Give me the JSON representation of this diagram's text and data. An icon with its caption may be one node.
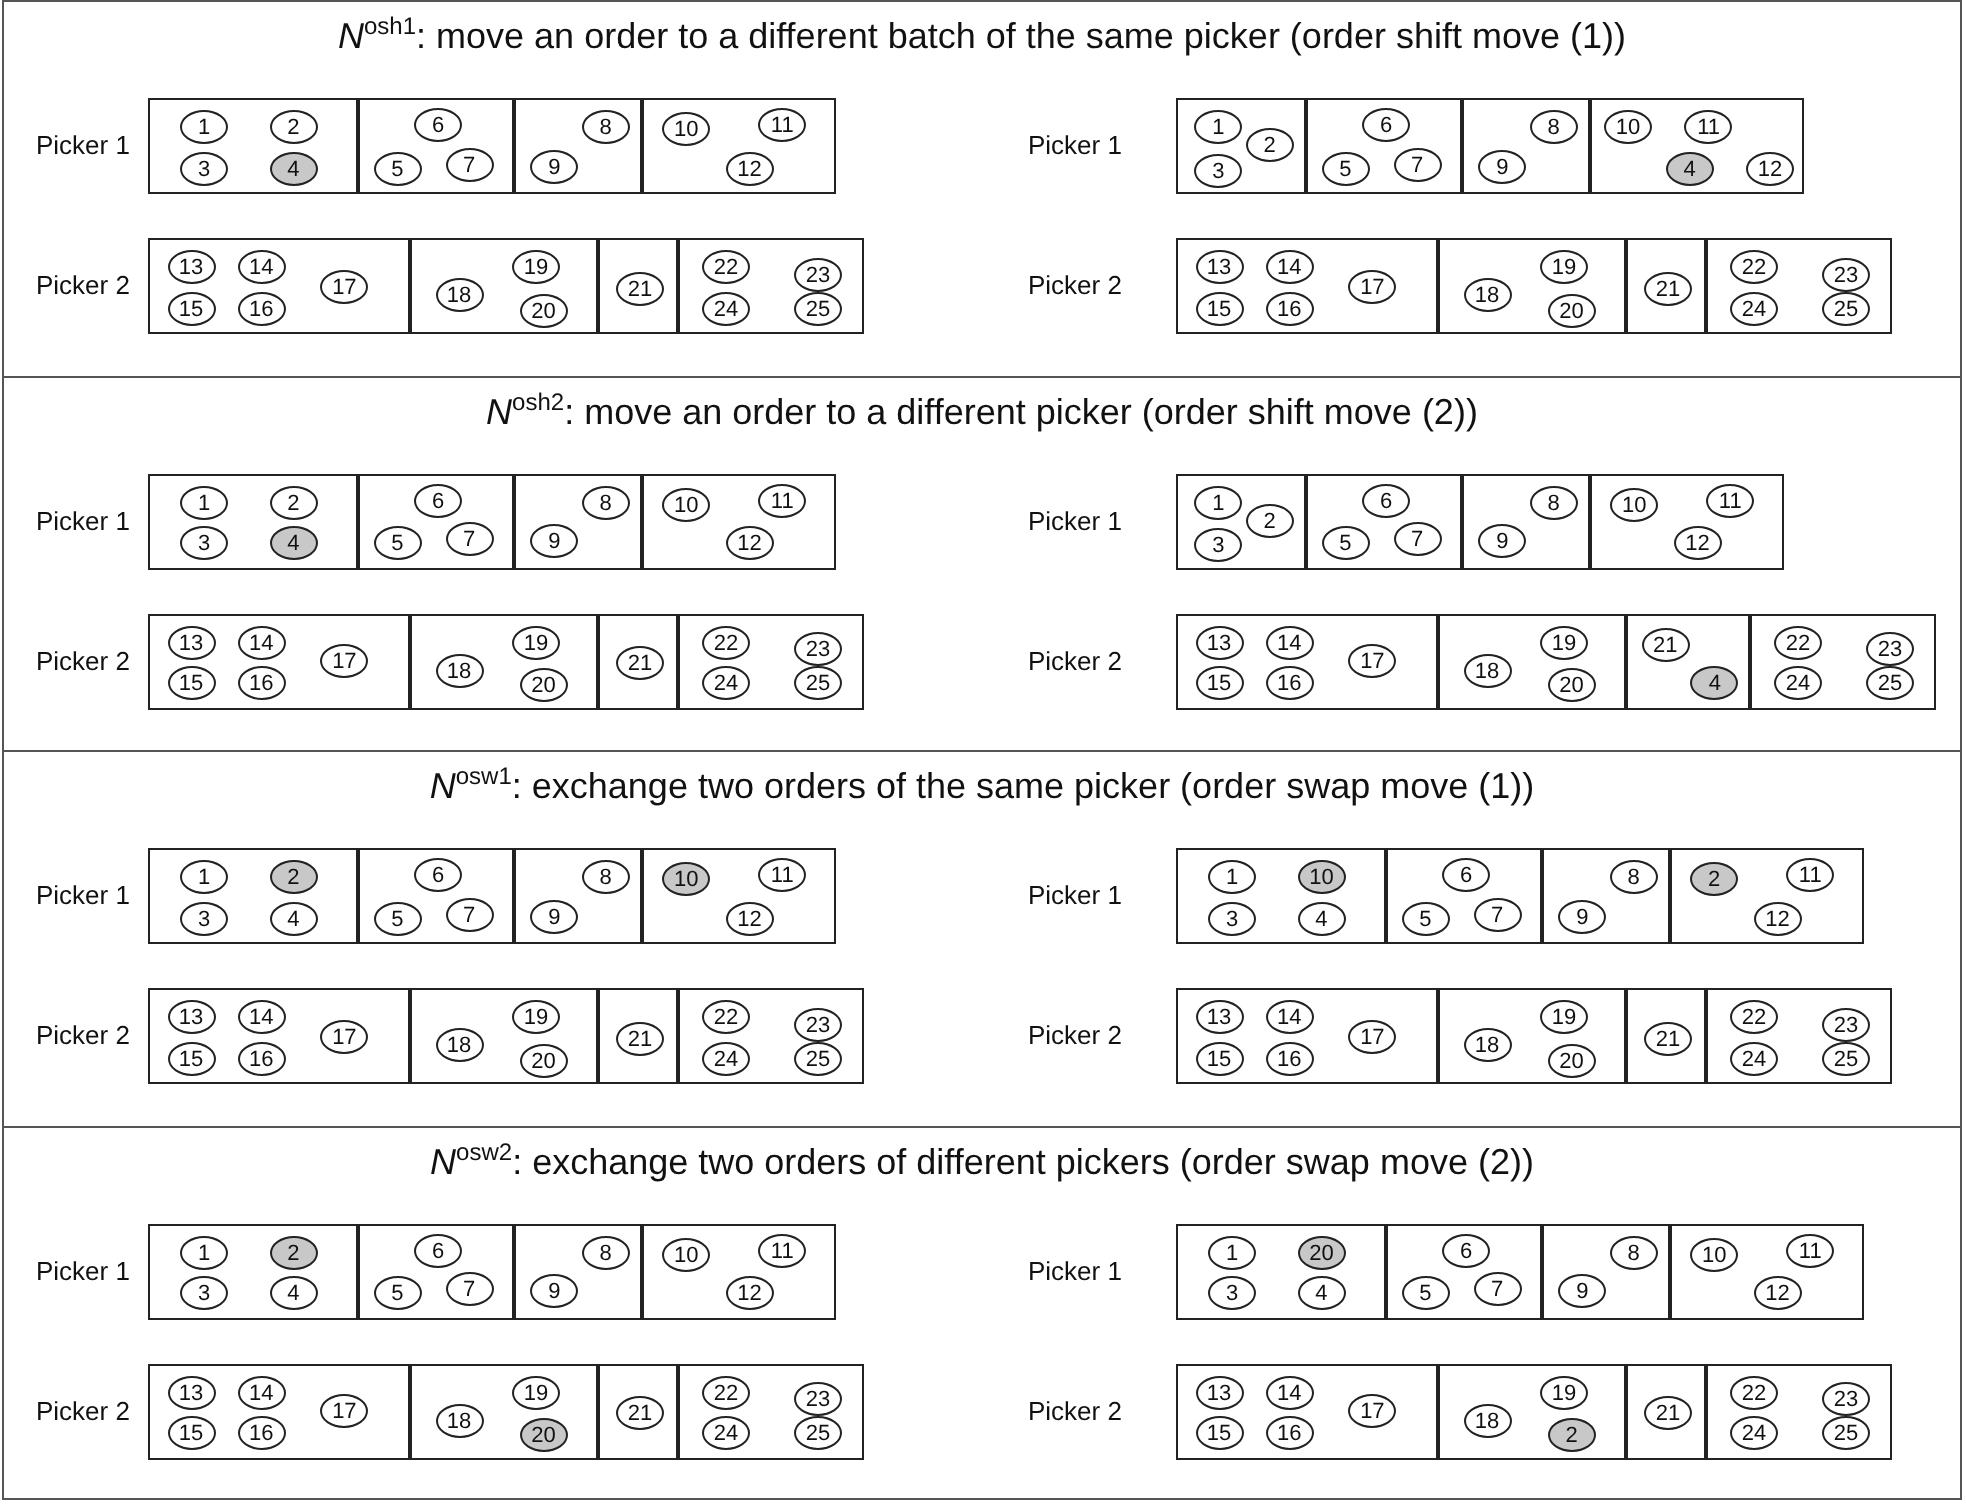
{
  "diagram": {
    "nodes": [
      {
        "text": [
          "*N*$^{osh1}$: move an order to a different batch of the same picker (order shift move (1))"
        ]
      },
      {
        "text": [
          "Picker 1"
        ],
        "in": 0
      },
      {
        "text": [],
        "shape": "box",
        "in": 1
      },
      {
        "text": [
          "1"
        ],
        "in": 2
      },
      {
        "text": [
          "2"
        ],
        "in": 2
      },
      {
        "text": [
          "3"
        ],
        "in": 2
      },
      {
        "text": [
          "4"
        ],
        "in": 2
      },
      {
        "text": [],
        "shape": "box",
        "in": 1
      },
      {
        "text": [
          "6"
        ],
        "in": 7
      },
      {
        "text": [
          "5"
        ],
        "in": 7
      },
      {
        "text": [
          "7"
        ],
        "in": 7
      },
      {
        "text": [],
        "shape": "box",
        "in": 1
      },
      {
        "text": [
          "8"
        ],
        "in": 11
      },
      {
        "text": [
          "9"
        ],
        "in": 11
      },
      {
        "text": [],
        "shape": "box",
        "in": 1
      },
      {
        "text": [
          "10"
        ],
        "in": 14
      },
      {
        "text": [
          "11"
        ],
        "in": 14
      },
      {
        "text": [
          "12"
        ],
        "in": 14
      },
      {
        "text": [
          "Picker 2"
        ],
        "in": 0
      },
      {
        "text": [],
        "shape": "box",
        "in": 18
      },
      {
        "text": [
          "13"
        ],
        "in": 19
      },
      {
        "text": [
          "14"
        ],
        "in": 19
      },
      {
        "text": [
          "17"
        ],
        "in": 19
      },
      {
        "text": [
          "15"
        ],
        "in": 19
      },
      {
        "text": [
          "16"
        ],
        "in": 19
      },
      {
        "text": [],
        "shape": "box",
        "in": 18
      },
      {
        "text": [
          "19"
        ],
        "in": 25
      },
      {
        "text": [
          "18"
        ],
        "in": 25
      },
      {
        "text": [
          "20"
        ],
        "in": 25
      },
      {
        "text": [],
        "shape": "box",
        "in": 18
      },
      {
        "text": [
          "21"
        ],
        "in": 29
      },
      {
        "text": [],
        "shape": "box",
        "in": 18
      },
      {
        "text": [
          "22"
        ],
        "in": 31
      },
      {
        "text": [
          "23"
        ],
        "in": 31
      },
      {
        "text": [
          "24"
        ],
        "in": 31
      },
      {
        "text": [
          "25"
        ],
        "in": 31
      },
      {
        "text": [
          "Picker 1"
        ],
        "in": 0
      },
      {
        "text": [],
        "shape": "box",
        "in": 36
      },
      {
        "text": [
          "1"
        ],
        "in": 37
      },
      {
        "text": [
          "2"
        ],
        "in": 37
      },
      {
        "text": [
          "3"
        ],
        "in": 37
      },
      {
        "text": [],
        "shape": "box",
        "in": 36
      },
      {
        "text": [
          "6"
        ],
        "in": 41
      },
      {
        "text": [
          "5"
        ],
        "in": 41
      },
      {
        "text": [
          "7"
        ],
        "in": 41
      },
      {
        "text": [],
        "shape": "box",
        "in": 36
      },
      {
        "text": [
          "8"
        ],
        "in": 45
      },
      {
        "text": [
          "9"
        ],
        "in": 45
      },
      {
        "text": [],
        "shape": "box",
        "in": 36
      },
      {
        "text": [
          "10"
        ],
        "in": 48
      },
      {
        "text": [
          "11"
        ],
        "in": 48
      },
      {
        "text": [
          "4"
        ],
        "in": 48
      },
      {
        "text": [
          "12"
        ],
        "in": 48
      },
      {
        "text": [
          "Picker 2"
        ],
        "in": 0
      },
      {
        "text": [],
        "shape": "box",
        "in": 53
      },
      {
        "text": [
          "13"
        ],
        "in": 54
      },
      {
        "text": [
          "14"
        ],
        "in": 54
      },
      {
        "text": [
          "17"
        ],
        "in": 54
      },
      {
        "text": [
          "15"
        ],
        "in": 54
      },
      {
        "text": [
          "16"
        ],
        "in": 54
      },
      {
        "text": [],
        "shape": "box",
        "in": 53
      },
      {
        "text": [
          "19"
        ],
        "in": 60
      },
      {
        "text": [
          "18"
        ],
        "in": 60
      },
      {
        "text": [
          "20"
        ],
        "in": 60
      },
      {
        "text": [],
        "shape": "box",
        "in": 53
      },
      {
        "text": [
          "21"
        ],
        "in": 64
      },
      {
        "text": [],
        "shape": "box",
        "in": 53
      },
      {
        "text": [
          "22"
        ],
        "in": 66
      },
      {
        "text": [
          "23"
        ],
        "in": 66
      },
      {
        "text": [
          "24"
        ],
        "in": 66
      },
      {
        "text": [
          "25"
        ],
        "in": 66
      },
      {
        "text": [
          "*N*$^{osh2}$: move an order to a different picker (order shift move (2))"
        ]
      },
      {
        "text": [
          "Picker 1"
        ],
        "in": 71
      },
      {
        "text": [],
        "shape": "box",
        "in": 72
      },
      {
        "text": [
          "1"
        ],
        "in": 73
      },
      {
        "text": [
          "2"
        ],
        "in": 73
      },
      {
        "text": [
          "3"
        ],
        "in": 73
      },
      {
        "text": [
          "4"
        ],
        "in": 73
      },
      {
        "text": [],
        "shape": "box",
        "in": 72
      },
      {
        "text": [
          "6"
        ],
        "in": 78
      },
      {
        "text": [
          "5"
        ],
        "in": 78
      },
      {
        "text": [
          "7"
        ],
        "in": 78
      },
      {
        "text": [],
        "shape": "box",
        "in": 72
      },
      {
        "text": [
          "8"
        ],
        "in": 82
      },
      {
        "text": [
          "9"
        ],
        "in": 82
      },
      {
        "text": [],
        "shape": "box",
        "in": 72
      },
      {
        "text": [
          "10"
        ],
        "in": 85
      },
      {
        "text": [
          "11"
        ],
        "in": 85
      },
      {
        "text": [
          "12"
        ],
        "in": 85
      },
      {
        "text": [
          "Picker 2"
        ],
        "in": 71
      },
      {
        "text": [],
        "shape": "box",
        "in": 89
      },
      {
        "text": [
          "13"
        ],
        "in": 90
      },
      {
        "text": [
          "14"
        ],
        "in": 90
      },
      {
        "text": [
          "17"
        ],
        "in": 90
      },
      {
        "text": [
          "15"
        ],
        "in": 90
      },
      {
        "text": [
          "16"
        ],
        "in": 90
      },
      {
        "text": [],
        "shape": "box",
        "in": 89
      },
      {
        "text": [
          "19"
        ],
        "in": 96
      },
      {
        "text": [
          "18"
        ],
        "in": 96
      },
      {
        "text": [
          "20"
        ],
        "in": 96
      },
      {
        "text": [],
        "shape": "box",
        "in": 89
      },
      {
        "text": [
          "21"
        ],
        "in": 100
      },
      {
        "text": [],
        "shape": "box",
        "in": 89
      },
      {
        "text": [
          "22"
        ],
        "in": 102
      },
      {
        "text": [
          "23"
        ],
        "in": 102
      },
      {
        "text": [
          "24"
        ],
        "in": 102
      },
      {
        "text": [
          "25"
        ],
        "in": 102
      },
      {
        "text": [
          "Picker 1"
        ],
        "in": 71
      },
      {
        "text": [],
        "shape": "box",
        "in": 107
      },
      {
        "text": [
          "1"
        ],
        "in": 108
      },
      {
        "text": [
          "2"
        ],
        "in": 108
      },
      {
        "text": [
          "3"
        ],
        "in": 108
      },
      {
        "text": [],
        "shape": "box",
        "in": 107
      },
      {
        "text": [
          "6"
        ],
        "in": 112
      },
      {
        "text": [
          "5"
        ],
        "in": 112
      },
      {
        "text": [
          "7"
        ],
        "in": 112
      },
      {
        "text": [],
        "shape": "box",
        "in": 107
      },
      {
        "text": [
          "8"
        ],
        "in": 116
      },
      {
        "text": [
          "9"
        ],
        "in": 116
      },
      {
        "text": [],
        "shape": "box",
        "in": 107
      },
      {
        "text": [
          "10"
        ],
        "in": 119
      },
      {
        "text": [
          "11"
        ],
        "in": 119
      },
      {
        "text": [
          "12"
        ],
        "in": 119
      },
      {
        "text": [
          "Picker 2"
        ],
        "in": 71
      },
      {
        "text": [],
        "shape": "box",
        "in": 123
      },
      {
        "text": [
          "13"
        ],
        "in": 124
      },
      {
        "text": [
          "14"
        ],
        "in": 124
      },
      {
        "text": [
          "17"
        ],
        "in": 124
      },
      {
        "text": [
          "15"
        ],
        "in": 124
      },
      {
        "text": [
          "16"
        ],
        "in": 124
      },
      {
        "text": [],
        "shape": "box",
        "in": 123
      },
      {
        "text": [
          "19"
        ],
        "in": 130
      },
      {
        "text": [
          "18"
        ],
        "in": 130
      },
      {
        "text": [
          "20"
        ],
        "in": 130
      },
      {
        "text": [],
        "shape": "box",
        "in": 123
      },
      {
        "text": [
          "21"
        ],
        "in": 134
      },
      {
        "text": [
          "4"
        ],
        "in": 134
      },
      {
        "text": [],
        "shape": "box",
        "in": 123
      },
      {
        "text": [
          "22"
        ],
        "in": 137
      },
      {
        "text": [
          "23"
        ],
        "in": 137
      },
      {
        "text": [
          "24"
        ],
        "in": 137
      },
      {
        "text": [
          "25"
        ],
        "in": 137
      },
      {
        "text": [
          "*N*$^{osw1}$: exchange two orders of the same picker (order swap move (1))"
        ]
      },
      {
        "text": [
          "Picker 1"
        ],
        "in": 142
      },
      {
        "text": [],
        "shape": "box",
        "in": 143
      },
      {
        "text": [
          "1"
        ],
        "in": 144
      },
      {
        "text": [
          "2"
        ],
        "in": 144
      },
      {
        "text": [
          "3"
        ],
        "in": 144
      },
      {
        "text": [
          "4"
        ],
        "in": 144
      },
      {
        "text": [],
        "shape": "box",
        "in": 143
      },
      {
        "text": [
          "6"
        ],
        "in": 149
      },
      {
        "text": [
          "5"
        ],
        "in": 149
      },
      {
        "text": [
          "7"
        ],
        "in": 149
      },
      {
        "text": [],
        "shape": "box",
        "in": 143
      },
      {
        "text": [
          "8"
        ],
        "in": 153
      },
      {
        "text": [
          "9"
        ],
        "in": 153
      },
      {
        "text": [],
        "shape": "box",
        "in": 143
      },
      {
        "text": [
          "10"
        ],
        "in": 156
      },
      {
        "text": [
          "11"
        ],
        "in": 156
      },
      {
        "text": [
          "12"
        ],
        "in": 156
      },
      {
        "text": [
          "Picker 2"
        ],
        "in": 142
      },
      {
        "text": [],
        "shape": "box",
        "in": 160
      },
      {
        "text": [
          "13"
        ],
        "in": 161
      },
      {
        "text": [
          "14"
        ],
        "in": 161
      },
      {
        "text": [
          "17"
        ],
        "in": 161
      },
      {
        "text": [
          "15"
        ],
        "in": 161
      },
      {
        "text": [
          "16"
        ],
        "in": 161
      },
      {
        "text": [],
        "shape": "box",
        "in": 160
      },
      {
        "text": [
          "19"
        ],
        "in": 167
      },
      {
        "text": [
          "18"
        ],
        "in": 167
      },
      {
        "text": [
          "20"
        ],
        "in": 167
      },
      {
        "text": [],
        "shape": "box",
        "in": 160
      },
      {
        "text": [
          "21"
        ],
        "in": 171
      },
      {
        "text": [],
        "shape": "box",
        "in": 160
      },
      {
        "text": [
          "22"
        ],
        "in": 173
      },
      {
        "text": [
          "23"
        ],
        "in": 173
      },
      {
        "text": [
          "24"
        ],
        "in": 173
      },
      {
        "text": [
          "25"
        ],
        "in": 173
      },
      {
        "text": [
          "Picker 1"
        ],
        "in": 142
      },
      {
        "text": [],
        "shape": "box",
        "in": 178
      },
      {
        "text": [
          "1"
        ],
        "in": 179
      },
      {
        "text": [
          "10"
        ],
        "in": 179
      },
      {
        "text": [
          "3"
        ],
        "in": 179
      },
      {
        "text": [
          "4"
        ],
        "in": 179
      },
      {
        "text": [],
        "shape": "box",
        "in": 178
      },
      {
        "text": [
          "6"
        ],
        "in": 184
      },
      {
        "text": [
          "5"
        ],
        "in": 184
      },
      {
        "text": [
          "7"
        ],
        "in": 184
      },
      {
        "text": [],
        "shape": "box",
        "in": 178
      },
      {
        "text": [
          "8"
        ],
        "in": 188
      },
      {
        "text": [
          "9"
        ],
        "in": 188
      },
      {
        "text": [],
        "shape": "box",
        "in": 178
      },
      {
        "text": [
          "2"
        ],
        "in": 191
      },
      {
        "text": [
          "11"
        ],
        "in": 191
      },
      {
        "text": [
          "12"
        ],
        "in": 191
      },
      {
        "text": [
          "Picker 2"
        ],
        "in": 142
      },
      {
        "text": [],
        "shape": "box",
        "in": 195
      },
      {
        "text": [
          "13"
        ],
        "in": 196
      },
      {
        "text": [
          "14"
        ],
        "in": 196
      },
      {
        "text": [
          "17"
        ],
        "in": 196
      },
      {
        "text": [
          "15"
        ],
        "in": 196
      },
      {
        "text": [
          "16"
        ],
        "in": 196
      },
      {
        "text": [],
        "shape": "box",
        "in": 195
      },
      {
        "text": [
          "19"
        ],
        "in": 202
      },
      {
        "text": [
          "18"
        ],
        "in": 202
      },
      {
        "text": [
          "20"
        ],
        "in": 202
      },
      {
        "text": [],
        "shape": "box",
        "in": 195
      },
      {
        "text": [
          "21"
        ],
        "in": 206
      },
      {
        "text": [],
        "shape": "box",
        "in": 195
      },
      {
        "text": [
          "22"
        ],
        "in": 208
      },
      {
        "text": [
          "23"
        ],
        "in": 208
      },
      {
        "text": [
          "24"
        ],
        "in": 208
      },
      {
        "text": [
          "25"
        ],
        "in": 208
      },
      {
        "text": [
          "*N*$^{osw2}$: exchange two orders of different pickers (order swap move (2))"
        ]
      },
      {
        "text": [
          "Picker 1"
        ],
        "in": 213
      },
      {
        "text": [],
        "shape": "box",
        "in": 214
      },
      {
        "text": [
          "1"
        ],
        "in": 215
      },
      {
        "text": [
          "2"
        ],
        "in": 215
      },
      {
        "text": [
          "3"
        ],
        "in": 215
      },
      {
        "text": [
          "4"
        ],
        "in": 215
      },
      {
        "text": [],
        "shape": "box",
        "in": 214
      },
      {
        "text": [
          "6"
        ],
        "in": 220
      },
      {
        "text": [
          "5"
        ],
        "in": 220
      },
      {
        "text": [
          "7"
        ],
        "in": 220
      },
      {
        "text": [],
        "shape": "box",
        "in": 214
      },
      {
        "text": [
          "8"
        ],
        "in": 224
      },
      {
        "text": [
          "9"
        ],
        "in": 224
      },
      {
        "text": [],
        "shape": "box",
        "in": 214
      },
      {
        "text": [
          "10"
        ],
        "in": 227
      },
      {
        "text": [
          "11"
        ],
        "in": 227
      },
      {
        "text": [
          "12"
        ],
        "in": 227
      },
      {
        "text": [
          "Picker 2"
        ],
        "in": 213
      },
      {
        "text": [],
        "shape": "box",
        "in": 231
      },
      {
        "text": [
          "13"
        ],
        "in": 232
      },
      {
        "text": [
          "14"
        ],
        "in": 232
      },
      {
        "text": [
          "17"
        ],
        "in": 232
      },
      {
        "text": [
          "15"
        ],
        "in": 232
      },
      {
        "text": [
          "16"
        ],
        "in": 232
      },
      {
        "text": [],
        "shape": "box",
        "in": 231
      },
      {
        "text": [
          "19"
        ],
        "in": 238
      },
      {
        "text": [
          "18"
        ],
        "in": 238
      },
      {
        "text": [
          "20"
        ],
        "in": 238
      },
      {
        "text": [],
        "shape": "box",
        "in": 231
      },
      {
        "text": [
          "21"
        ],
        "in": 242
      },
      {
        "text": [],
        "shape": "box",
        "in": 231
      },
      {
        "text": [
          "22"
        ],
        "in": 244
      },
      {
        "text": [
          "23"
        ],
        "in": 244
      },
      {
        "text": [
          "24"
        ],
        "in": 244
      },
      {
        "text": [
          "25"
        ],
        "in": 244
      },
      {
        "text": [
          "Picker 1"
        ],
        "in": 213
      },
      {
        "text": [],
        "shape": "box",
        "in": 249
      },
      {
        "text": [
          "1"
        ],
        "in": 250
      },
      {
        "text": [
          "20"
        ],
        "in": 250
      },
      {
        "text": [
          "3"
        ],
        "in": 250
      },
      {
        "text": [
          "4"
        ],
        "in": 250
      },
      {
        "text": [],
        "shape": "box",
        "in": 249
      },
      {
        "text": [
          "6"
        ],
        "in": 255
      },
      {
        "text": [
          "5"
        ],
        "in": 255
      },
      {
        "text": [
          "7"
        ],
        "in": 255
      },
      {
        "text": [],
        "shape": "box",
        "in": 249
      },
      {
        "text": [
          "8"
        ],
        "in": 259
      },
      {
        "text": [
          "9"
        ],
        "in": 259
      },
      {
        "text": [],
        "shape": "box",
        "in": 249
      },
      {
        "text": [
          "10"
        ],
        "in": 262
      },
      {
        "text": [
          "11"
        ],
        "in": 262
      },
      {
        "text": [
          "12"
        ],
        "in": 262
      },
      {
        "text": [
          "Picker 2"
        ],
        "in": 213
      },
      {
        "text": [],
        "shape": "box",
        "in": 266
      },
      {
        "text": [
          "13"
        ],
        "in": 267
      },
      {
        "text": [
          "14"
        ],
        "in": 267
      },
      {
        "text": [
          "17"
        ],
        "in": 267
      },
      {
        "text": [
          "15"
        ],
        "in": 267
      },
      {
        "text": [
          "16"
        ],
        "in": 267
      },
      {
        "text": [],
        "shape": "box",
        "in": 266
      },
      {
        "text": [
          "19"
        ],
        "in": 273
      },
      {
        "text": [
          "18"
        ],
        "in": 273
      },
      {
        "text": [
          "2"
        ],
        "in": 273
      },
      {
        "text": [],
        "shape": "box",
        "in": 266
      },
      {
        "text": [
          "21"
        ],
        "in": 277
      },
      {
        "text": [],
        "shape": "box",
        "in": 266
      },
      {
        "text": [
          "22"
        ],
        "in": 279
      },
      {
        "text": [
          "23"
        ],
        "in": 279
      },
      {
        "text": [
          "24"
        ],
        "in": 279
      },
      {
        "text": [
          "25"
        ],
        "in": 279
      }
    ]
  }
}
